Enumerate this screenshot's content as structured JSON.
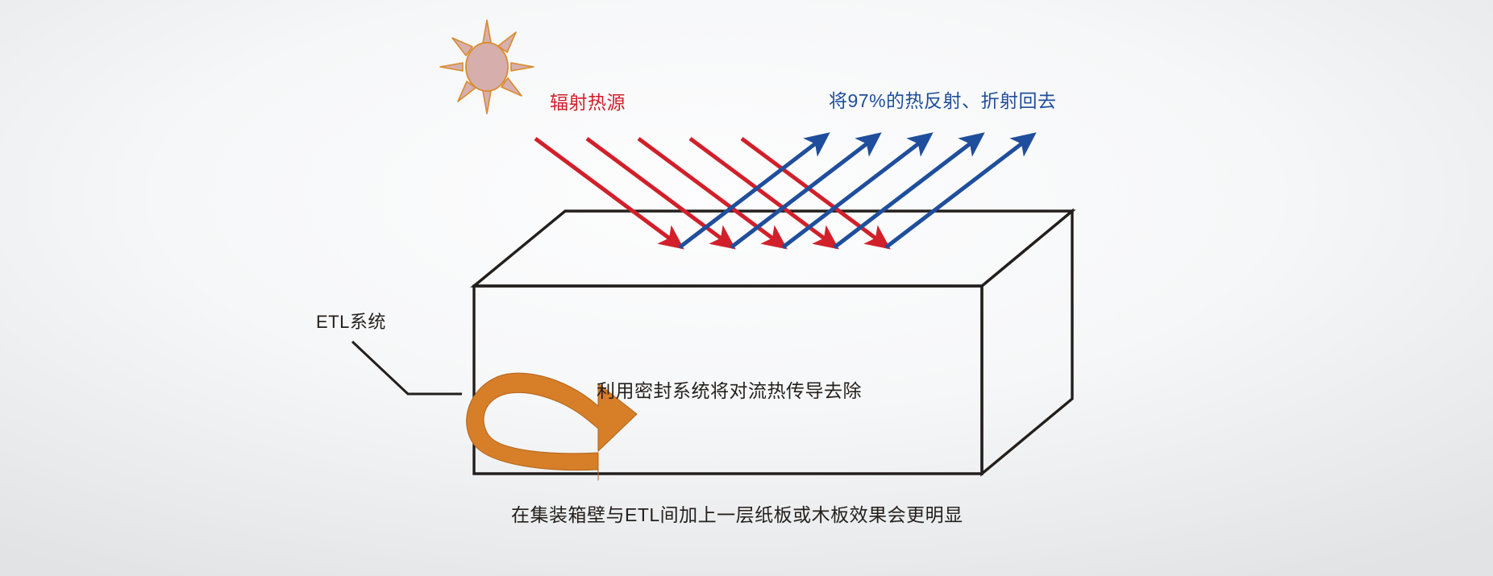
{
  "diagram": {
    "title_semantic": "etl-thermal-insulation-container-diagram",
    "colors": {
      "radiant_red": "#d1202a",
      "reflect_blue": "#1f4e9c",
      "convection_orange": "#d77e28",
      "outline_black": "#231f1c",
      "sun_body": "#d5aaa8",
      "sun_ray_fill": "#d7b0ae",
      "sun_ray_stroke": "#d98b2e",
      "background_light": "#fafbfc",
      "background_dark": "#e4e5e7"
    },
    "labels": {
      "radiant_source": "辐射热源",
      "reflect_refract": "将97%的热反射、折射回去",
      "etl_system": "ETL系统",
      "convection_removed": "利用密封系统将对流热传导去除",
      "caption": "在集装箱壁与ETL间加上一层纸板或木板效果会更明显"
    },
    "icons": {
      "sun": "sun-icon",
      "incoming_heat_arrow": "red-down-right-arrow-icon",
      "reflected_heat_arrow": "blue-up-right-arrow-icon",
      "convection_loop_left": "orange-clockwise-loop-arrow-icon",
      "convection_loop_right": "orange-counterclockwise-loop-arrow-icon",
      "container_box": "container-box-icon",
      "etl_leader_line": "leader-line-icon"
    },
    "values": {
      "reflection_percent": "97%",
      "red_arrow_count": 5,
      "blue_arrow_count": 5,
      "sun_ray_count": 8
    }
  }
}
